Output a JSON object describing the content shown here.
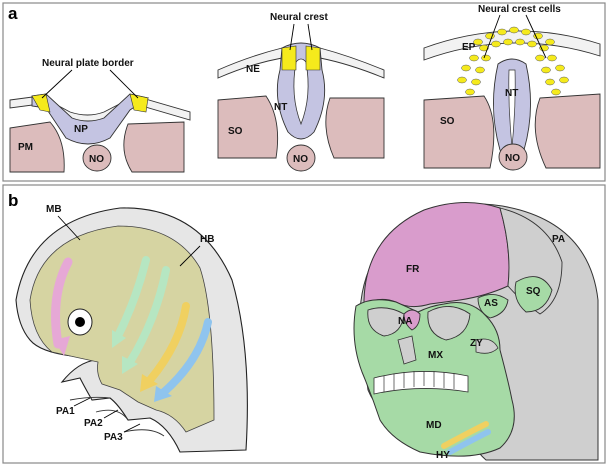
{
  "panel_a": {
    "letter": "a",
    "labels": {
      "neural_plate_border": "Neural plate border",
      "neural_crest": "Neural crest",
      "neural_crest_cells": "Neural crest cells",
      "np": "NP",
      "pm": "PM",
      "no1": "NO",
      "ne": "NE",
      "nt2": "NT",
      "so2": "SO",
      "no2": "NO",
      "ep": "EP",
      "nt3": "NT",
      "so3": "SO",
      "no3": "NO"
    }
  },
  "panel_b": {
    "letter": "b",
    "labels": {
      "mb": "MB",
      "hb": "HB",
      "pa1": "PA1",
      "pa2": "PA2",
      "pa3": "PA3",
      "fr": "FR",
      "pa": "PA",
      "as": "AS",
      "sq": "SQ",
      "na": "NA",
      "zy": "ZY",
      "mx": "MX",
      "md": "MD",
      "hy": "HY"
    }
  },
  "colors": {
    "neural_plate": "#c4c4e2",
    "border_yellow": "#f5ea1c",
    "mesoderm_pink": "#dcbcbc",
    "embryo_olive": "#d6d4a2",
    "skull_green": "#a6daa6",
    "frontal_pink": "#d99ccc",
    "head_gray": "#cfcfcf",
    "hyoid_blue": "#8fc4ee"
  }
}
